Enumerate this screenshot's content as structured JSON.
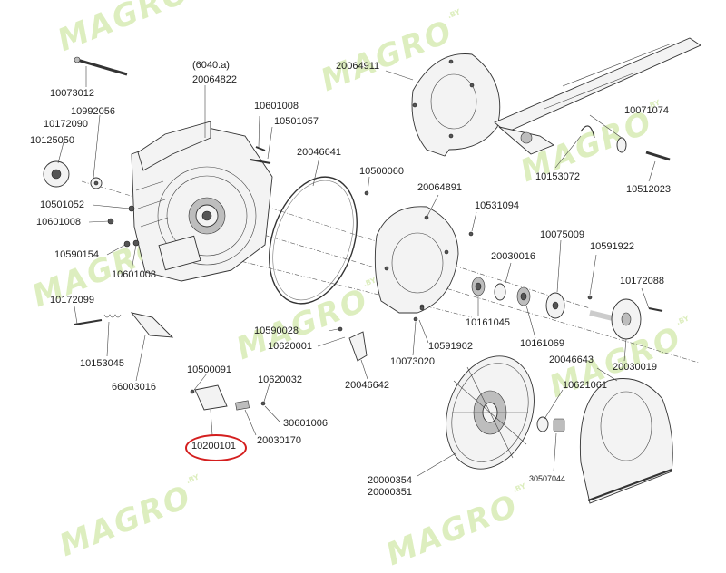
{
  "watermark": {
    "brand": "MAGRO",
    "tld": ".BY"
  },
  "callouts": {
    "c10073012": "10073012",
    "c6040a": "(6040.a)",
    "c20064822": "20064822",
    "c10992056": "10992056",
    "c10172090": "10172090",
    "c10125050": "10125050",
    "c10601008a": "10601008",
    "c10501057": "10501057",
    "c20064911": "20064911",
    "c10071074": "10071074",
    "c10153072": "10153072",
    "c10512023": "10512023",
    "c20046641": "20046641",
    "c10500060": "10500060",
    "c20064891": "20064891",
    "c10501052": "10501052",
    "c10601008b": "10601008",
    "c10531094": "10531094",
    "c10590154": "10590154",
    "c10601008c": "10601008",
    "c10075009": "10075009",
    "c20030016": "20030016",
    "c10591922": "10591922",
    "c10172088": "10172088",
    "c10172099": "10172099",
    "c10590028": "10590028",
    "c10161045": "10161045",
    "c10620001": "10620001",
    "c10591902": "10591902",
    "c10161069": "10161069",
    "c10153045": "10153045",
    "c66003016": "66003016",
    "c10073020": "10073020",
    "c20046643": "20046643",
    "c20030019": "20030019",
    "c10500091": "10500091",
    "c10620032": "10620032",
    "c20046642": "20046642",
    "c10621061": "10621061",
    "c30601006": "30601006",
    "c10200101": "10200101",
    "c20030170": "20030170",
    "c20000354": "20000354",
    "c20000351": "20000351",
    "c30507044": "30507044"
  },
  "highlight": {
    "part": "10200101",
    "color": "#d41e1e"
  }
}
